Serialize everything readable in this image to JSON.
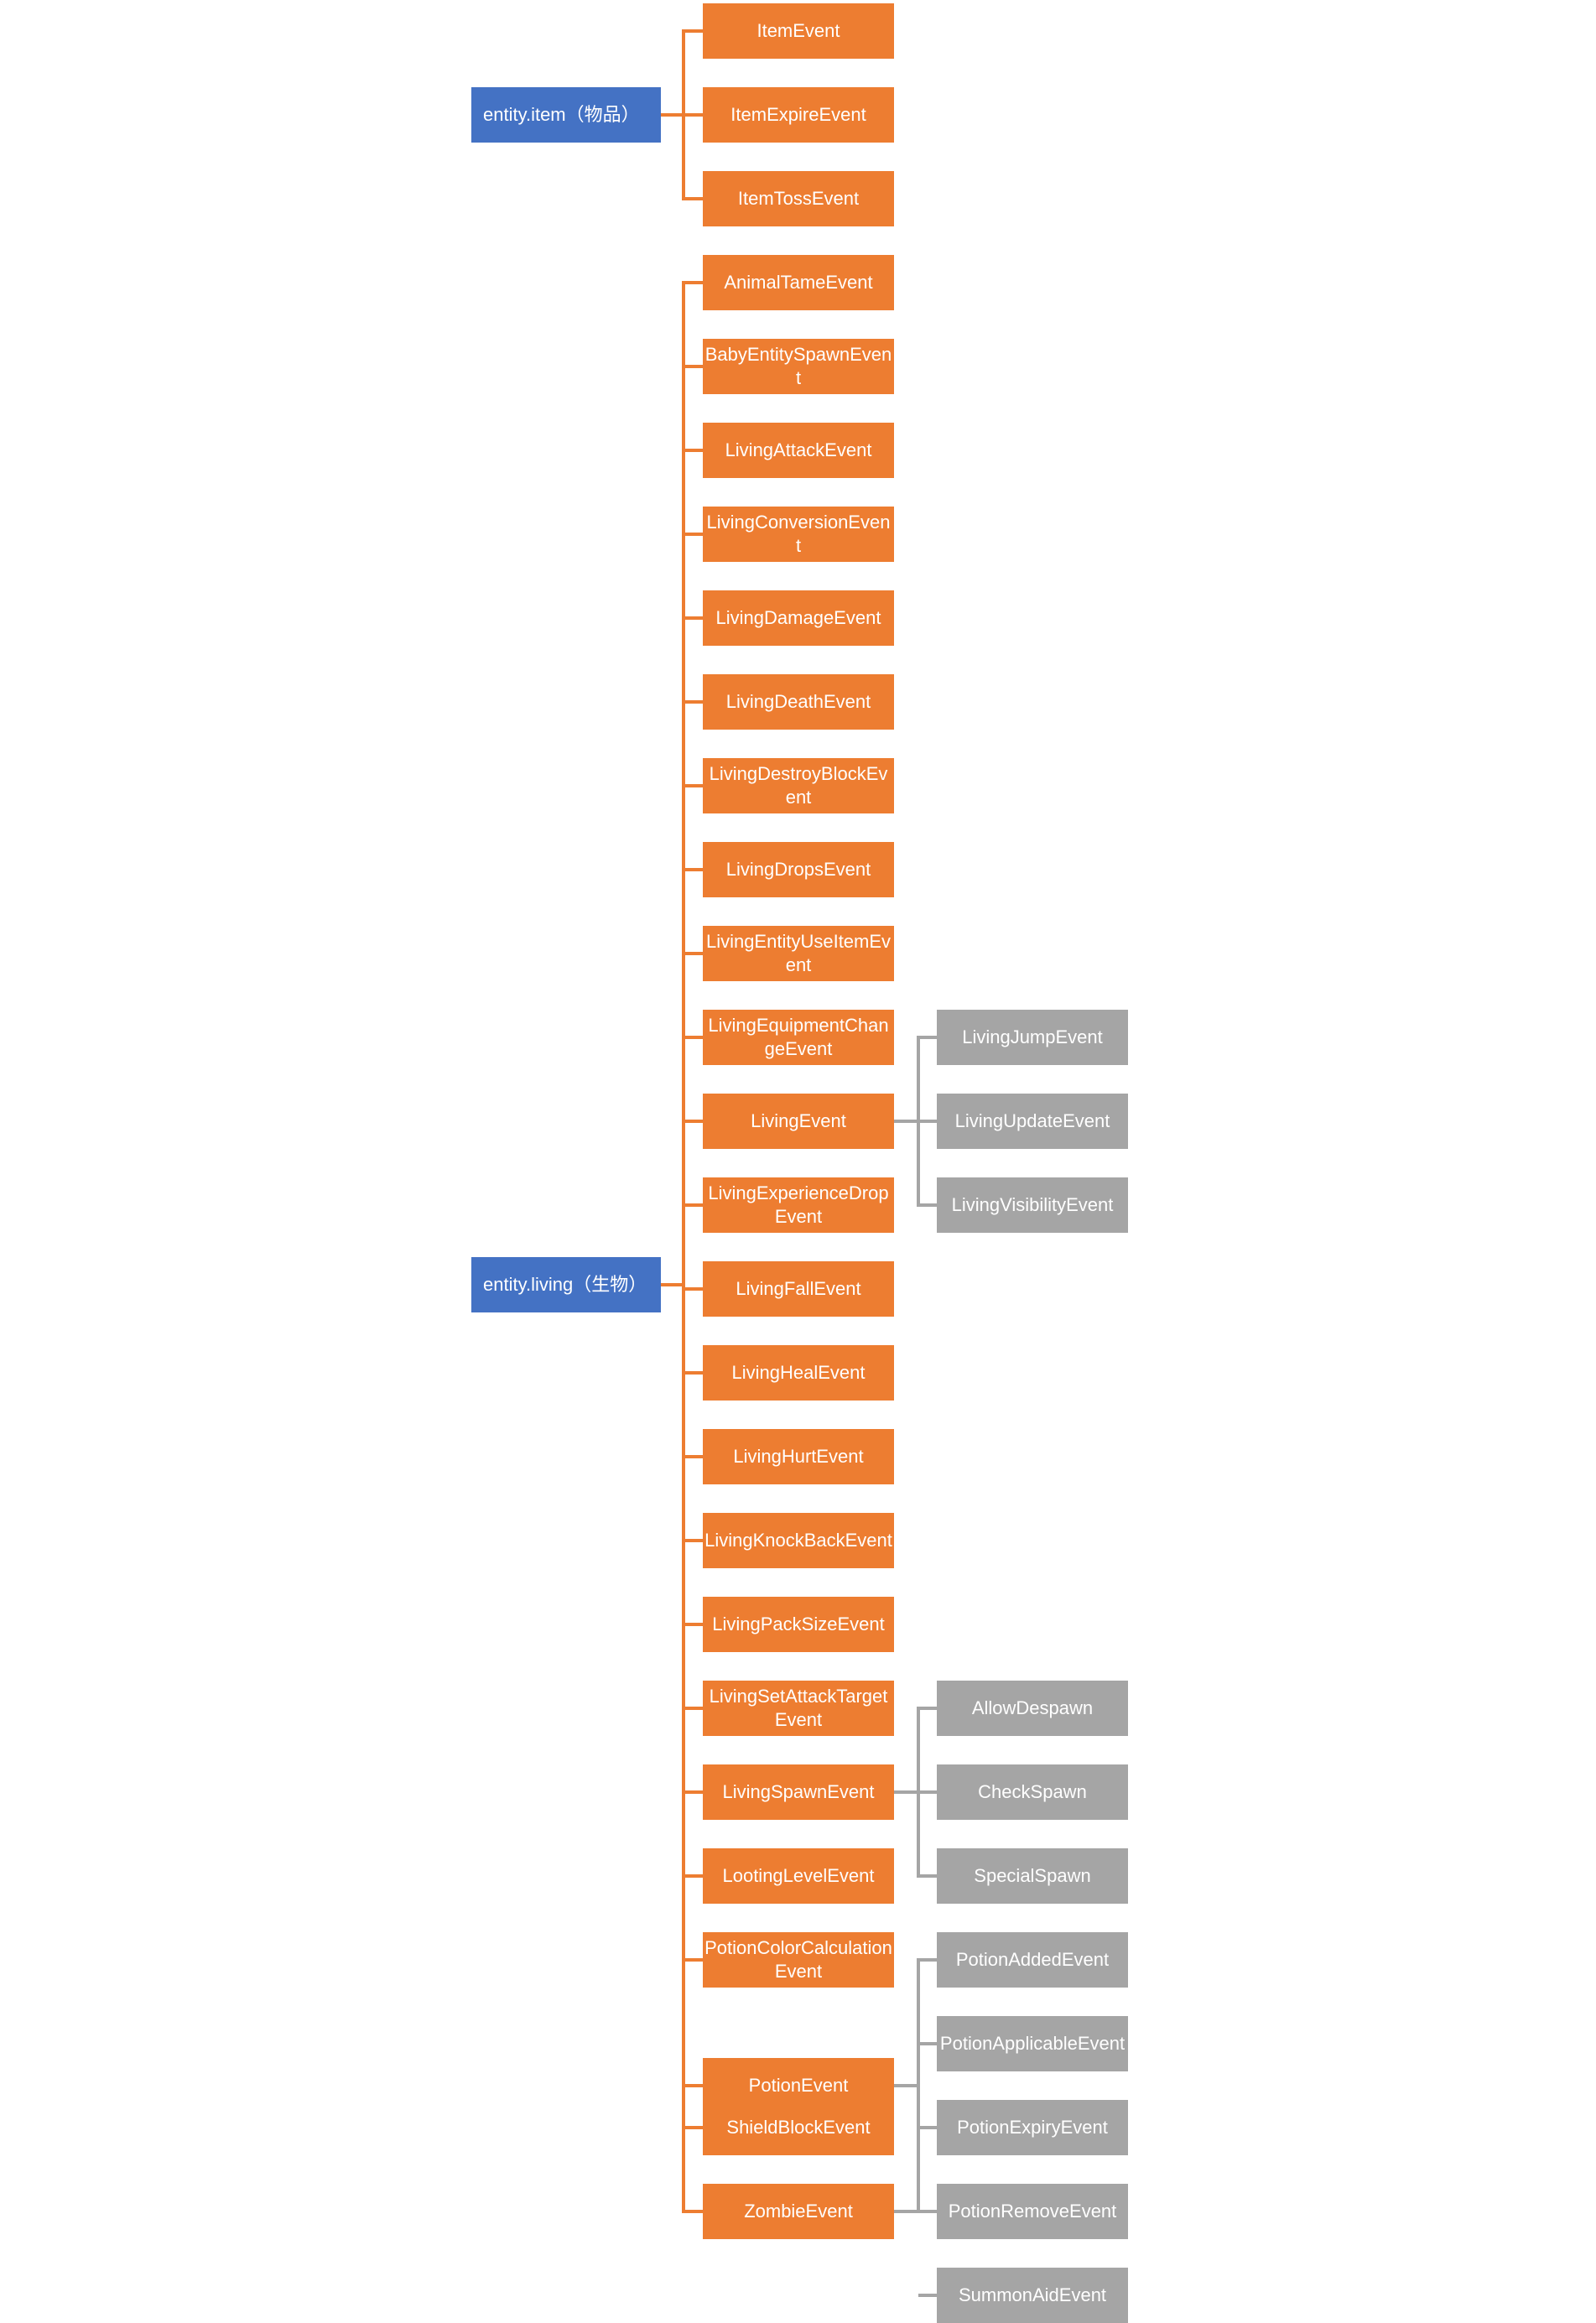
{
  "colors": {
    "root": "#4472c4",
    "event": "#ed7d31",
    "subevent": "#a5a5a5"
  },
  "groups": [
    {
      "label": "entity.item（物品）",
      "children": [
        {
          "label": "ItemEvent"
        },
        {
          "label": "ItemExpireEvent"
        },
        {
          "label": "ItemTossEvent"
        }
      ]
    },
    {
      "label": "entity.living（生物）",
      "children": [
        {
          "label": "AnimalTameEvent"
        },
        {
          "label": "BabyEntitySpawnEvent"
        },
        {
          "label": "LivingAttackEvent"
        },
        {
          "label": "LivingConversionEvent"
        },
        {
          "label": "LivingDamageEvent"
        },
        {
          "label": "LivingDeathEvent"
        },
        {
          "label": "LivingDestroyBlockEvent"
        },
        {
          "label": "LivingDropsEvent"
        },
        {
          "label": "LivingEntityUseItemEvent"
        },
        {
          "label": "LivingEquipmentChangeEvent"
        },
        {
          "label": "LivingEvent",
          "children": [
            {
              "label": "LivingJumpEvent"
            },
            {
              "label": "LivingUpdateEvent"
            },
            {
              "label": "LivingVisibilityEvent"
            }
          ]
        },
        {
          "label": "LivingExperienceDropEvent"
        },
        {
          "label": "LivingFallEvent"
        },
        {
          "label": "LivingHealEvent"
        },
        {
          "label": "LivingHurtEvent"
        },
        {
          "label": "LivingKnockBackEvent"
        },
        {
          "label": "LivingPackSizeEvent"
        },
        {
          "label": "LivingSetAttackTargetEvent"
        },
        {
          "label": "LivingSpawnEvent",
          "children": [
            {
              "label": "AllowDespawn"
            },
            {
              "label": "CheckSpawn"
            },
            {
              "label": "SpecialSpawn"
            }
          ]
        },
        {
          "label": "LootingLevelEvent"
        },
        {
          "label": "PotionColorCalculationEvent"
        },
        {
          "label": "PotionEvent",
          "children": [
            {
              "label": "PotionAddedEvent"
            },
            {
              "label": "PotionApplicableEvent"
            },
            {
              "label": "PotionExpiryEvent"
            },
            {
              "label": "PotionRemoveEvent"
            }
          ]
        },
        {
          "label": "ShieldBlockEvent"
        },
        {
          "label": "ZombieEvent",
          "children": [
            {
              "label": "SummonAidEvent"
            }
          ]
        }
      ]
    }
  ]
}
